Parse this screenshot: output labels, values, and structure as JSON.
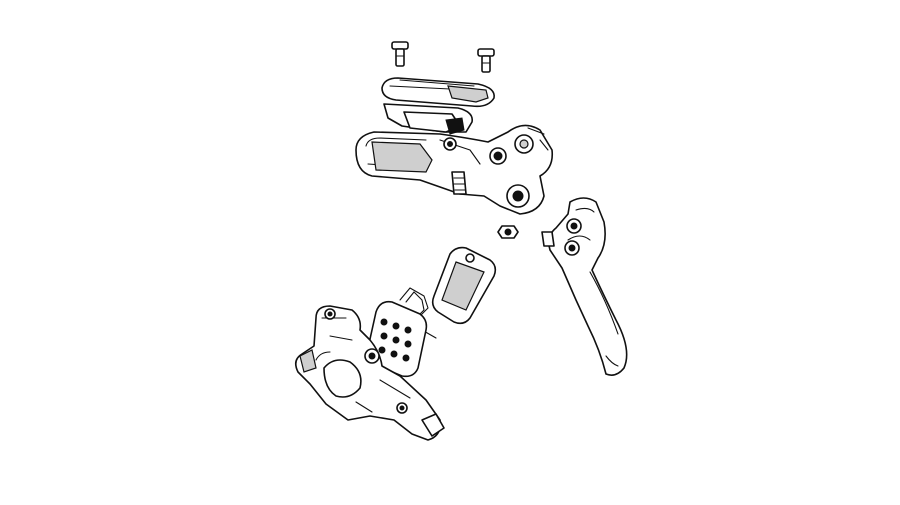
{
  "diagram": {
    "style": "line-art exploded view",
    "colors": {
      "background": "#ffffff",
      "line": "#111111",
      "shade": "#cfcfcf"
    },
    "parts": [
      {
        "id": "reservoir-screw-left",
        "icon": "screw-icon"
      },
      {
        "id": "reservoir-screw-right",
        "icon": "screw-icon"
      },
      {
        "id": "reservoir-cap",
        "icon": "cap-icon"
      },
      {
        "id": "reservoir-diaphragm",
        "icon": "gasket-icon"
      },
      {
        "id": "master-cylinder-body",
        "icon": "lever-body-icon"
      },
      {
        "id": "lever-pivot-bolt",
        "icon": "bolt-icon"
      },
      {
        "id": "brake-lever-blade",
        "icon": "lever-blade-icon"
      },
      {
        "id": "caliper-body",
        "icon": "caliper-icon"
      },
      {
        "id": "brake-pad-outer",
        "icon": "brake-pad-icon"
      },
      {
        "id": "pad-spring-clip",
        "icon": "spring-icon"
      },
      {
        "id": "brake-pad-inner",
        "icon": "brake-pad-icon"
      }
    ]
  }
}
